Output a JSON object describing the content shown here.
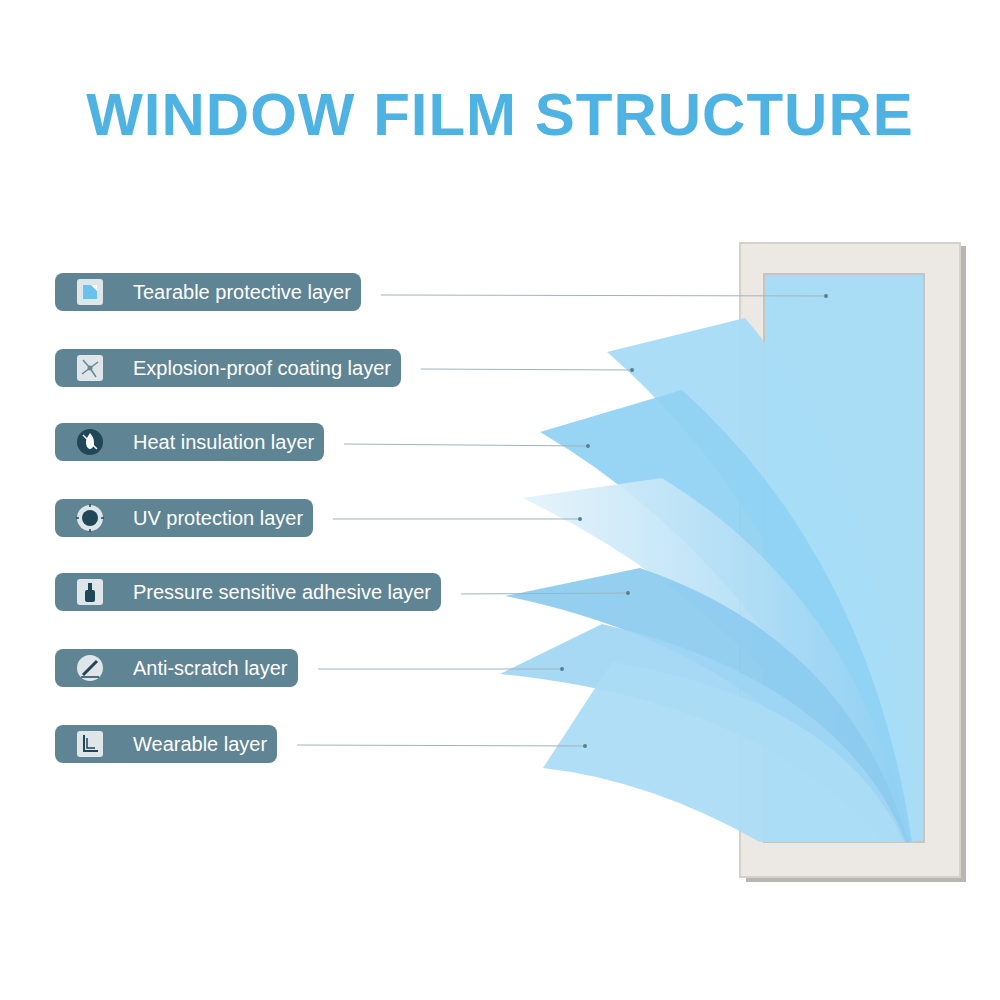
{
  "diagram": {
    "title": "WINDOW FILM STRUCTURE",
    "nodes": [
      {
        "text": [
          "Tearable protective layer"
        ]
      },
      {
        "text": [
          "Explosion-proof coating layer"
        ]
      },
      {
        "text": [
          "Heat insulation layer"
        ]
      },
      {
        "text": [
          "UV protection layer"
        ]
      },
      {
        "text": [
          "Pressure sensitive adhesive layer"
        ]
      },
      {
        "text": [
          "Anti-scratch layer"
        ]
      },
      {
        "text": [
          "Wearable layer"
        ]
      }
    ]
  }
}
